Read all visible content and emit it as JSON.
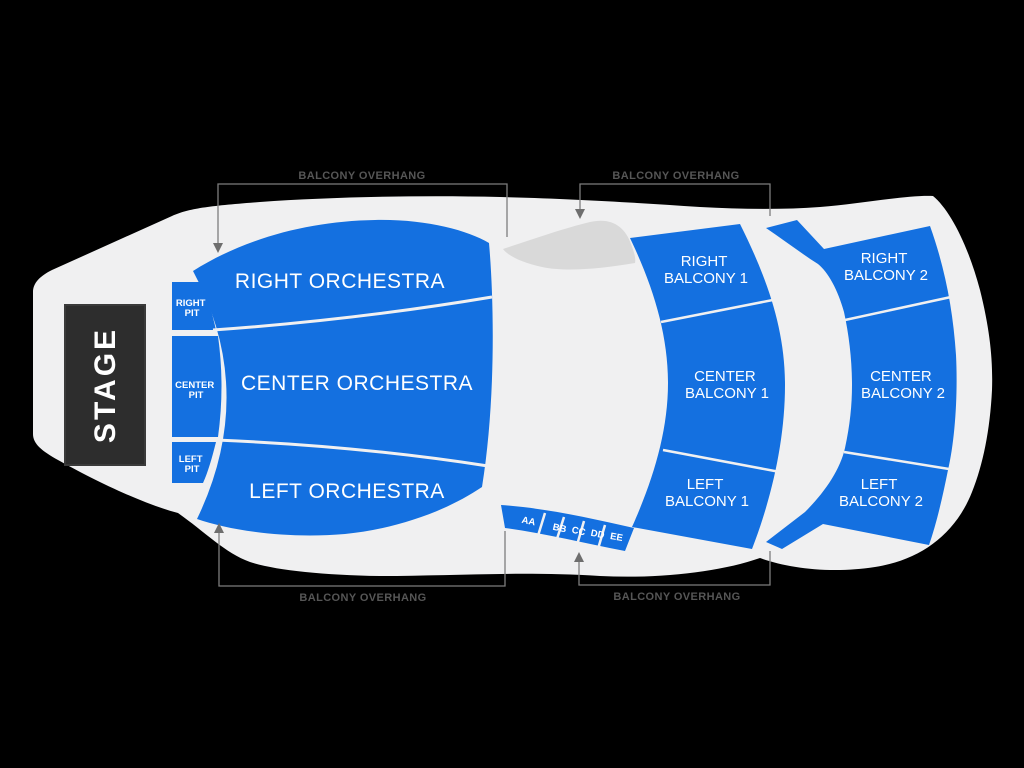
{
  "colors": {
    "background": "#000000",
    "venue_floor": "#F0F0F1",
    "section_blue": "#1470E0",
    "stage_fill": "#2D2D2D",
    "overhang_shadow": "#D9D9D9",
    "annotation_gray": "#6E6E6E",
    "section_text": "#FFFFFF"
  },
  "stage": {
    "label": "STAGE"
  },
  "pit": {
    "right": {
      "line1": "RIGHT",
      "line2": "PIT"
    },
    "center": {
      "line1": "CENTER",
      "line2": "PIT"
    },
    "left": {
      "line1": "LEFT",
      "line2": "PIT"
    }
  },
  "orchestra": {
    "right": {
      "label": "RIGHT ORCHESTRA"
    },
    "center": {
      "label": "CENTER ORCHESTRA"
    },
    "left": {
      "label": "LEFT ORCHESTRA"
    }
  },
  "balcony1": {
    "right": {
      "line1": "RIGHT",
      "line2": "BALCONY 1"
    },
    "center": {
      "line1": "CENTER",
      "line2": "BALCONY 1"
    },
    "left": {
      "line1": "LEFT",
      "line2": "BALCONY 1"
    }
  },
  "balcony2": {
    "right": {
      "line1": "RIGHT",
      "line2": "BALCONY 2"
    },
    "center": {
      "line1": "CENTER",
      "line2": "BALCONY 2"
    },
    "left": {
      "line1": "LEFT",
      "line2": "BALCONY 2"
    }
  },
  "front_boxes": {
    "aa": "AA",
    "bb": "BB",
    "cc": "CC",
    "dd": "DD",
    "ee": "EE"
  },
  "annotations": {
    "balcony_overhang": "BALCONY OVERHANG"
  }
}
